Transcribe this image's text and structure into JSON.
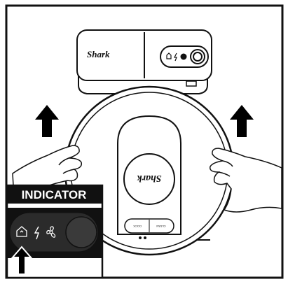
{
  "brand": {
    "dock_logo": "Shark",
    "robot_logo": "Shark"
  },
  "indicator": {
    "label": "INDICATOR",
    "icons": [
      "home-icon",
      "lightning-icon",
      "fan-icon"
    ],
    "button": "round-button"
  },
  "robot_panel": {
    "left_label": "DOCK",
    "right_label": "CLEAN"
  },
  "colors": {
    "line": "#111111",
    "indicator_bg": "#111111",
    "indicator_pill": "#2b2b2b",
    "indicator_button": "#3a3a3a",
    "indicator_text": "#ffffff",
    "arrow": "#000000",
    "background": "#ffffff"
  }
}
